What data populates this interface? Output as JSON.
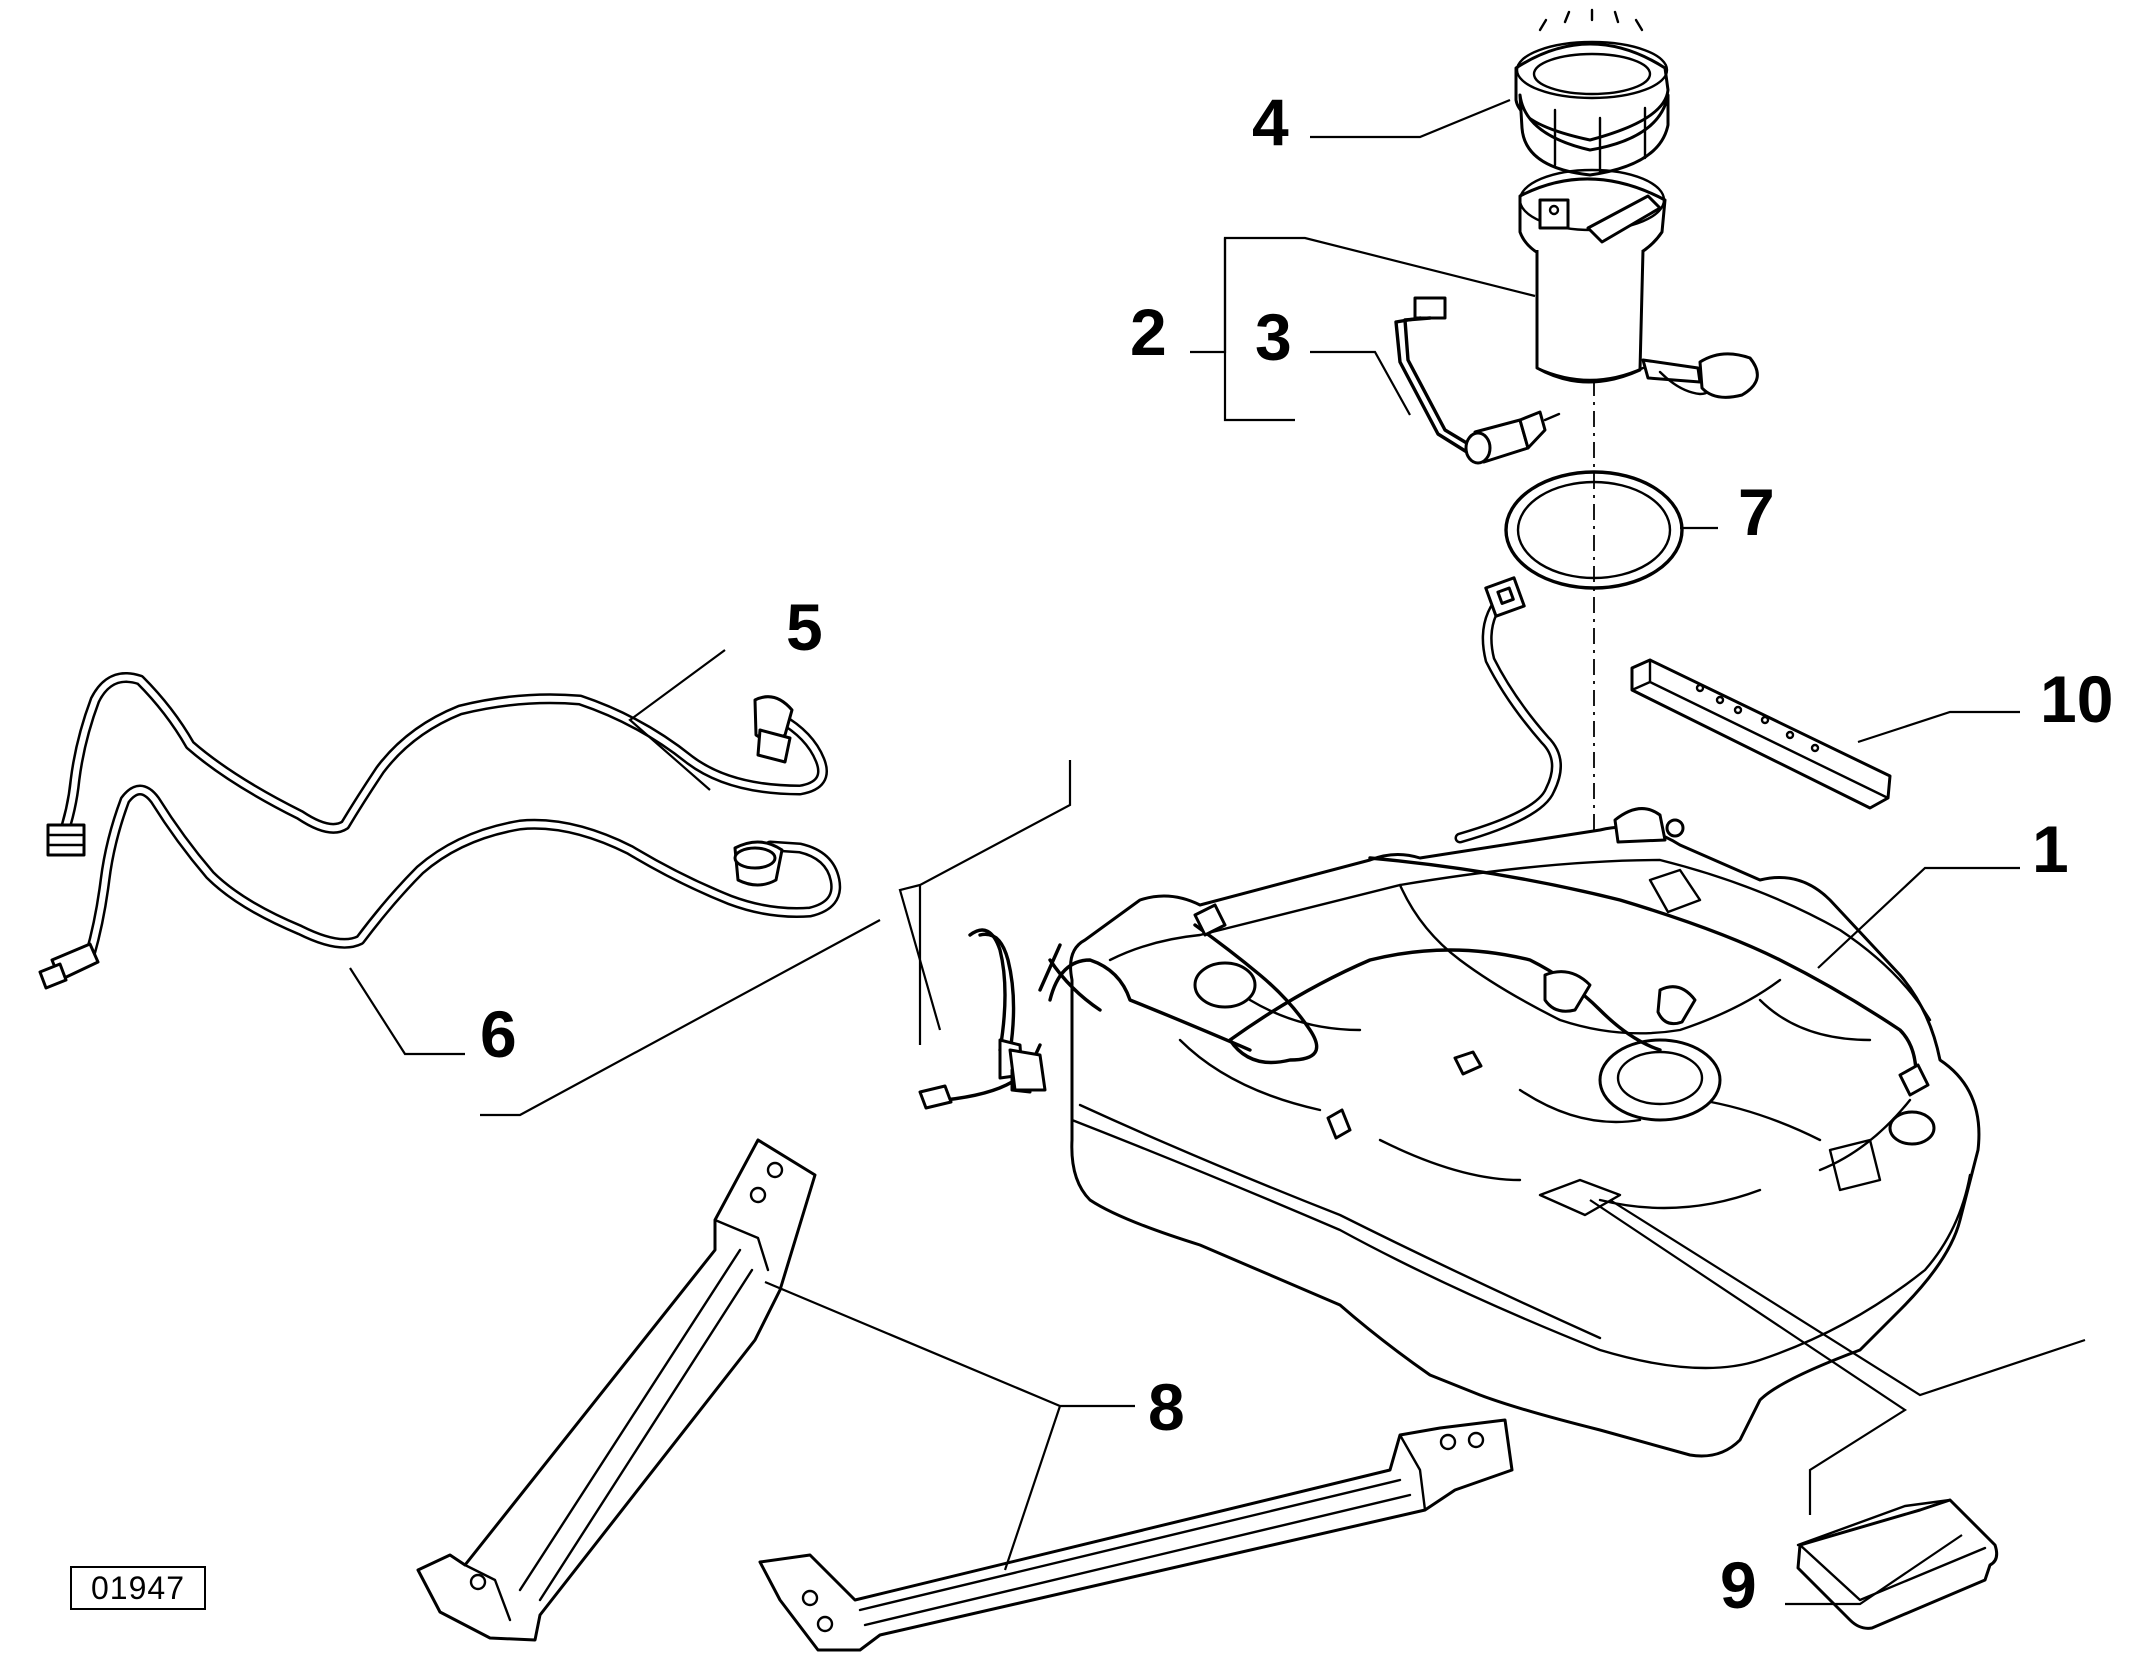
{
  "diagram": {
    "reference_code": "01947",
    "callouts": [
      {
        "id": "1",
        "label": "1"
      },
      {
        "id": "2",
        "label": "2"
      },
      {
        "id": "3",
        "label": "3"
      },
      {
        "id": "4",
        "label": "4"
      },
      {
        "id": "5",
        "label": "5"
      },
      {
        "id": "6",
        "label": "6"
      },
      {
        "id": "7",
        "label": "7"
      },
      {
        "id": "8",
        "label": "8"
      },
      {
        "id": "9",
        "label": "9"
      },
      {
        "id": "10",
        "label": "10"
      }
    ]
  }
}
